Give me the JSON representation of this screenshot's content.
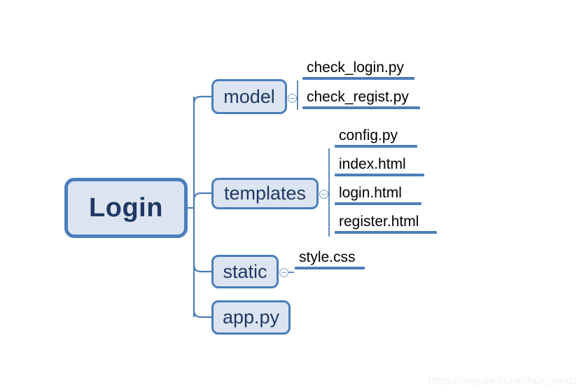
{
  "diagram": {
    "title": "Login",
    "watermark": "https://blog.csdn.net/lala_yanzi",
    "colors": {
      "node_fill": "#dce4f2",
      "node_border": "#4a7ebb",
      "root_text": "#1f3864",
      "branch_text": "#1f3864",
      "leaf_text": "#000000",
      "rule": "#4a7ebb",
      "connector": "#4a7ebb",
      "toggle": "#7f9fc9",
      "background": "#ffffff",
      "watermark_text": "#f0f0f0"
    },
    "root": {
      "label": "Login"
    },
    "branches": [
      {
        "label": "model",
        "toggle": "collapse-toggle-icon",
        "children": [
          {
            "label": "check_login.py"
          },
          {
            "label": "check_regist.py"
          }
        ]
      },
      {
        "label": "templates",
        "toggle": "collapse-toggle-icon",
        "children": [
          {
            "label": "config.py"
          },
          {
            "label": "index.html"
          },
          {
            "label": "login.html"
          },
          {
            "label": "register.html"
          }
        ]
      },
      {
        "label": "static",
        "toggle": "collapse-toggle-icon",
        "children": [
          {
            "label": "style.css"
          }
        ]
      },
      {
        "label": "app.py",
        "toggle": null,
        "children": []
      }
    ]
  }
}
